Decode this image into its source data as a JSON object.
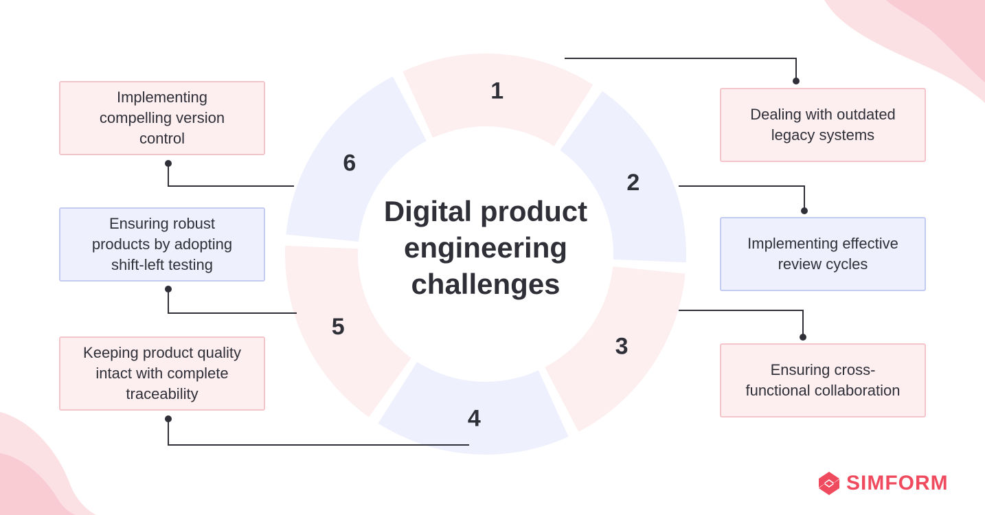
{
  "diagram": {
    "center_title_lines": [
      "Digital product",
      "engineering",
      "challenges"
    ],
    "segments": [
      {
        "number": "1",
        "color": "#fdeef0",
        "text": "Dealing with outdated\nlegacy systems",
        "side": "right"
      },
      {
        "number": "2",
        "color": "#eef0fd",
        "text": "Implementing effective\nreview cycles",
        "side": "right"
      },
      {
        "number": "3",
        "color": "#fdeef0",
        "text": "Ensuring cross-\nfunctional collaboration",
        "side": "right"
      },
      {
        "number": "4",
        "color": "#eef0fd",
        "text": "Keeping product quality\nintact with complete\ntraceability",
        "side": "left"
      },
      {
        "number": "5",
        "color": "#fdeef0",
        "text": "Ensuring robust\nproducts by adopting\nshift-left testing",
        "side": "left"
      },
      {
        "number": "6",
        "color": "#eef0fd",
        "text": "Implementing\ncompelling version\ncontrol",
        "side": "left"
      }
    ]
  },
  "brand": {
    "name": "SIMFORM",
    "color": "#ef4a5e"
  },
  "colors": {
    "pink_fill": "#fdeef0",
    "pink_border": "#f4c4cb",
    "blue_fill": "#eef0fd",
    "blue_border": "#c3cbf0",
    "text": "#2f2f38",
    "connector": "#2f2f38",
    "decor": "#f9cdd3"
  }
}
